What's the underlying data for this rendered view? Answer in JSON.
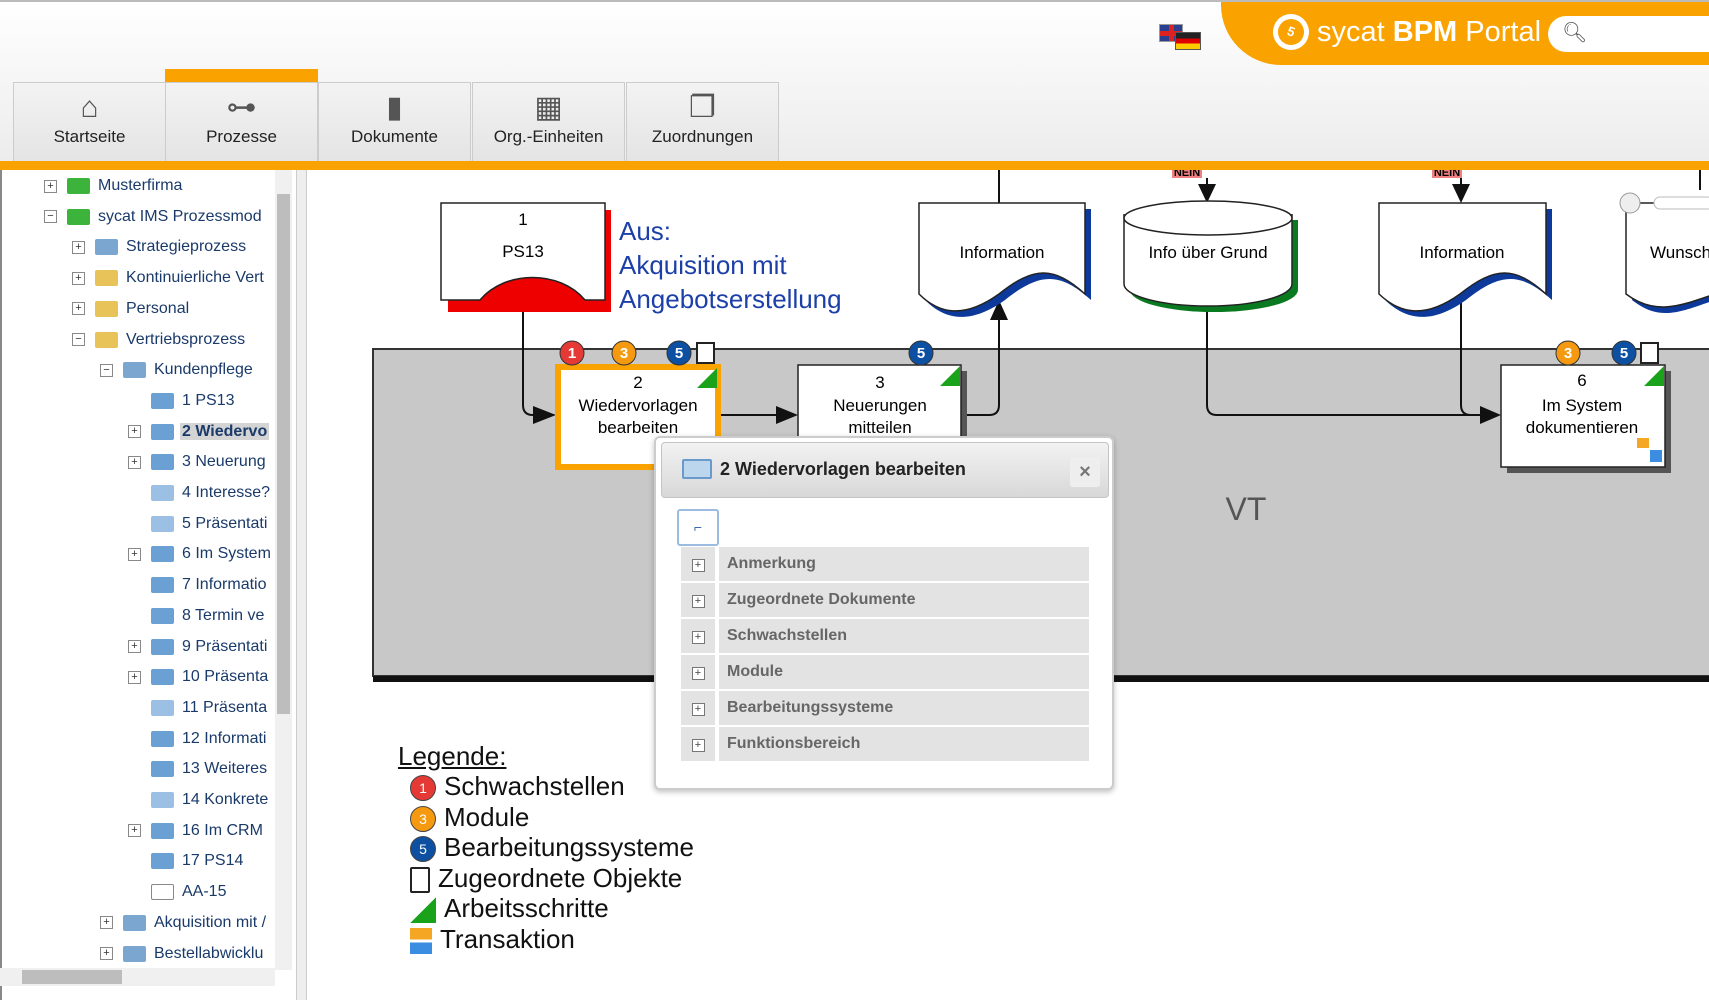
{
  "header": {
    "brand_badge": "5",
    "brand_prefix": "sycat",
    "brand_bold": "BPM",
    "brand_suffix": "Portal",
    "search_placeholder": "",
    "language": "de"
  },
  "tabs": [
    {
      "label": "Startseite",
      "icon": "home-icon"
    },
    {
      "label": "Prozesse",
      "icon": "process-icon",
      "active": true
    },
    {
      "label": "Dokumente",
      "icon": "documents-icon"
    },
    {
      "label": "Org.-Einheiten",
      "icon": "grid-icon"
    },
    {
      "label": "Zuordnungen",
      "icon": "windows-icon"
    }
  ],
  "tree": [
    {
      "label": "Musterfirma",
      "level": 0,
      "exp": "+",
      "icon": "green"
    },
    {
      "label": "sycat IMS Prozessmod",
      "level": 0,
      "exp": "-",
      "icon": "green"
    },
    {
      "label": "Strategieprozess",
      "level": 1,
      "exp": "+",
      "icon": "process"
    },
    {
      "label": "Kontinuierliche Vert",
      "level": 1,
      "exp": "+",
      "icon": "folder"
    },
    {
      "label": "Personal",
      "level": 1,
      "exp": "+",
      "icon": "folder"
    },
    {
      "label": "Vertriebsprozess",
      "level": 1,
      "exp": "-",
      "icon": "folder"
    },
    {
      "label": "Kundenpflege",
      "level": 2,
      "exp": "-",
      "icon": "process"
    },
    {
      "label": "1 PS13",
      "level": 3,
      "exp": "",
      "icon": "task"
    },
    {
      "label": "2 Wiedervo",
      "level": 3,
      "exp": "+",
      "icon": "task",
      "selected": true
    },
    {
      "label": "3 Neuerung",
      "level": 3,
      "exp": "+",
      "icon": "task"
    },
    {
      "label": "4 Interesse?",
      "level": 3,
      "exp": "",
      "icon": "decision"
    },
    {
      "label": "5 Präsentati",
      "level": 3,
      "exp": "",
      "icon": "decision"
    },
    {
      "label": "6 Im System",
      "level": 3,
      "exp": "+",
      "icon": "task"
    },
    {
      "label": "7 Informatio",
      "level": 3,
      "exp": "",
      "icon": "task"
    },
    {
      "label": "8 Termin ve",
      "level": 3,
      "exp": "",
      "icon": "task"
    },
    {
      "label": "9 Präsentati",
      "level": 3,
      "exp": "+",
      "icon": "task"
    },
    {
      "label": "10 Präsenta",
      "level": 3,
      "exp": "+",
      "icon": "task"
    },
    {
      "label": "11 Präsenta",
      "level": 3,
      "exp": "",
      "icon": "decision"
    },
    {
      "label": "12 Informati",
      "level": 3,
      "exp": "",
      "icon": "task"
    },
    {
      "label": "13 Weiteres",
      "level": 3,
      "exp": "",
      "icon": "task"
    },
    {
      "label": "14 Konkrete",
      "level": 3,
      "exp": "",
      "icon": "decision"
    },
    {
      "label": "16 Im CRM",
      "level": 3,
      "exp": "+",
      "icon": "task"
    },
    {
      "label": "17 PS14",
      "level": 3,
      "exp": "",
      "icon": "task"
    },
    {
      "label": "AA-15",
      "level": 3,
      "exp": "",
      "icon": "document"
    },
    {
      "label": "Akquisition mit /",
      "level": 2,
      "exp": "+",
      "icon": "process"
    },
    {
      "label": "Bestellabwicklu",
      "level": 2,
      "exp": "+",
      "icon": "process"
    }
  ],
  "diagram": {
    "ps13": {
      "num": "1",
      "label": "PS13"
    },
    "from_note": [
      "Aus:",
      "Akquisition mit",
      "Angebotserstellung"
    ],
    "step2": {
      "num": "2",
      "line1": "Wiedervorlagen",
      "line2": "bearbeiten"
    },
    "step3": {
      "num": "3",
      "line1": "Neuerungen",
      "line2": "mitteilen"
    },
    "step6": {
      "num": "6",
      "line1": "Im System",
      "line2": "dokumentieren"
    },
    "info1": "Information",
    "store": "Info über Grund",
    "info2": "Information",
    "wunsch": "Wunsch",
    "nein": "NEIN",
    "lane": "VT",
    "badges": {
      "weak": "1",
      "module": "3",
      "system": "5"
    },
    "colors": {
      "weak": "#e53935",
      "module": "#f59a10",
      "system": "#0d4fa0",
      "arbeit": "#1aa31a",
      "orange": "#f9a200"
    }
  },
  "popup": {
    "title": "2 Wiedervorlagen bearbeiten",
    "close": "×",
    "rows": [
      "Anmerkung",
      "Zugeordnete Dokumente",
      "Schwachstellen",
      "Module",
      "Bearbeitungssysteme",
      "Funktionsbereich"
    ]
  },
  "legend": {
    "title": "Legende:",
    "items": [
      "Schwachstellen",
      "Module",
      "Bearbeitungssysteme",
      "Zugeordnete Objekte",
      "Arbeitsschritte",
      "Transaktion"
    ]
  }
}
